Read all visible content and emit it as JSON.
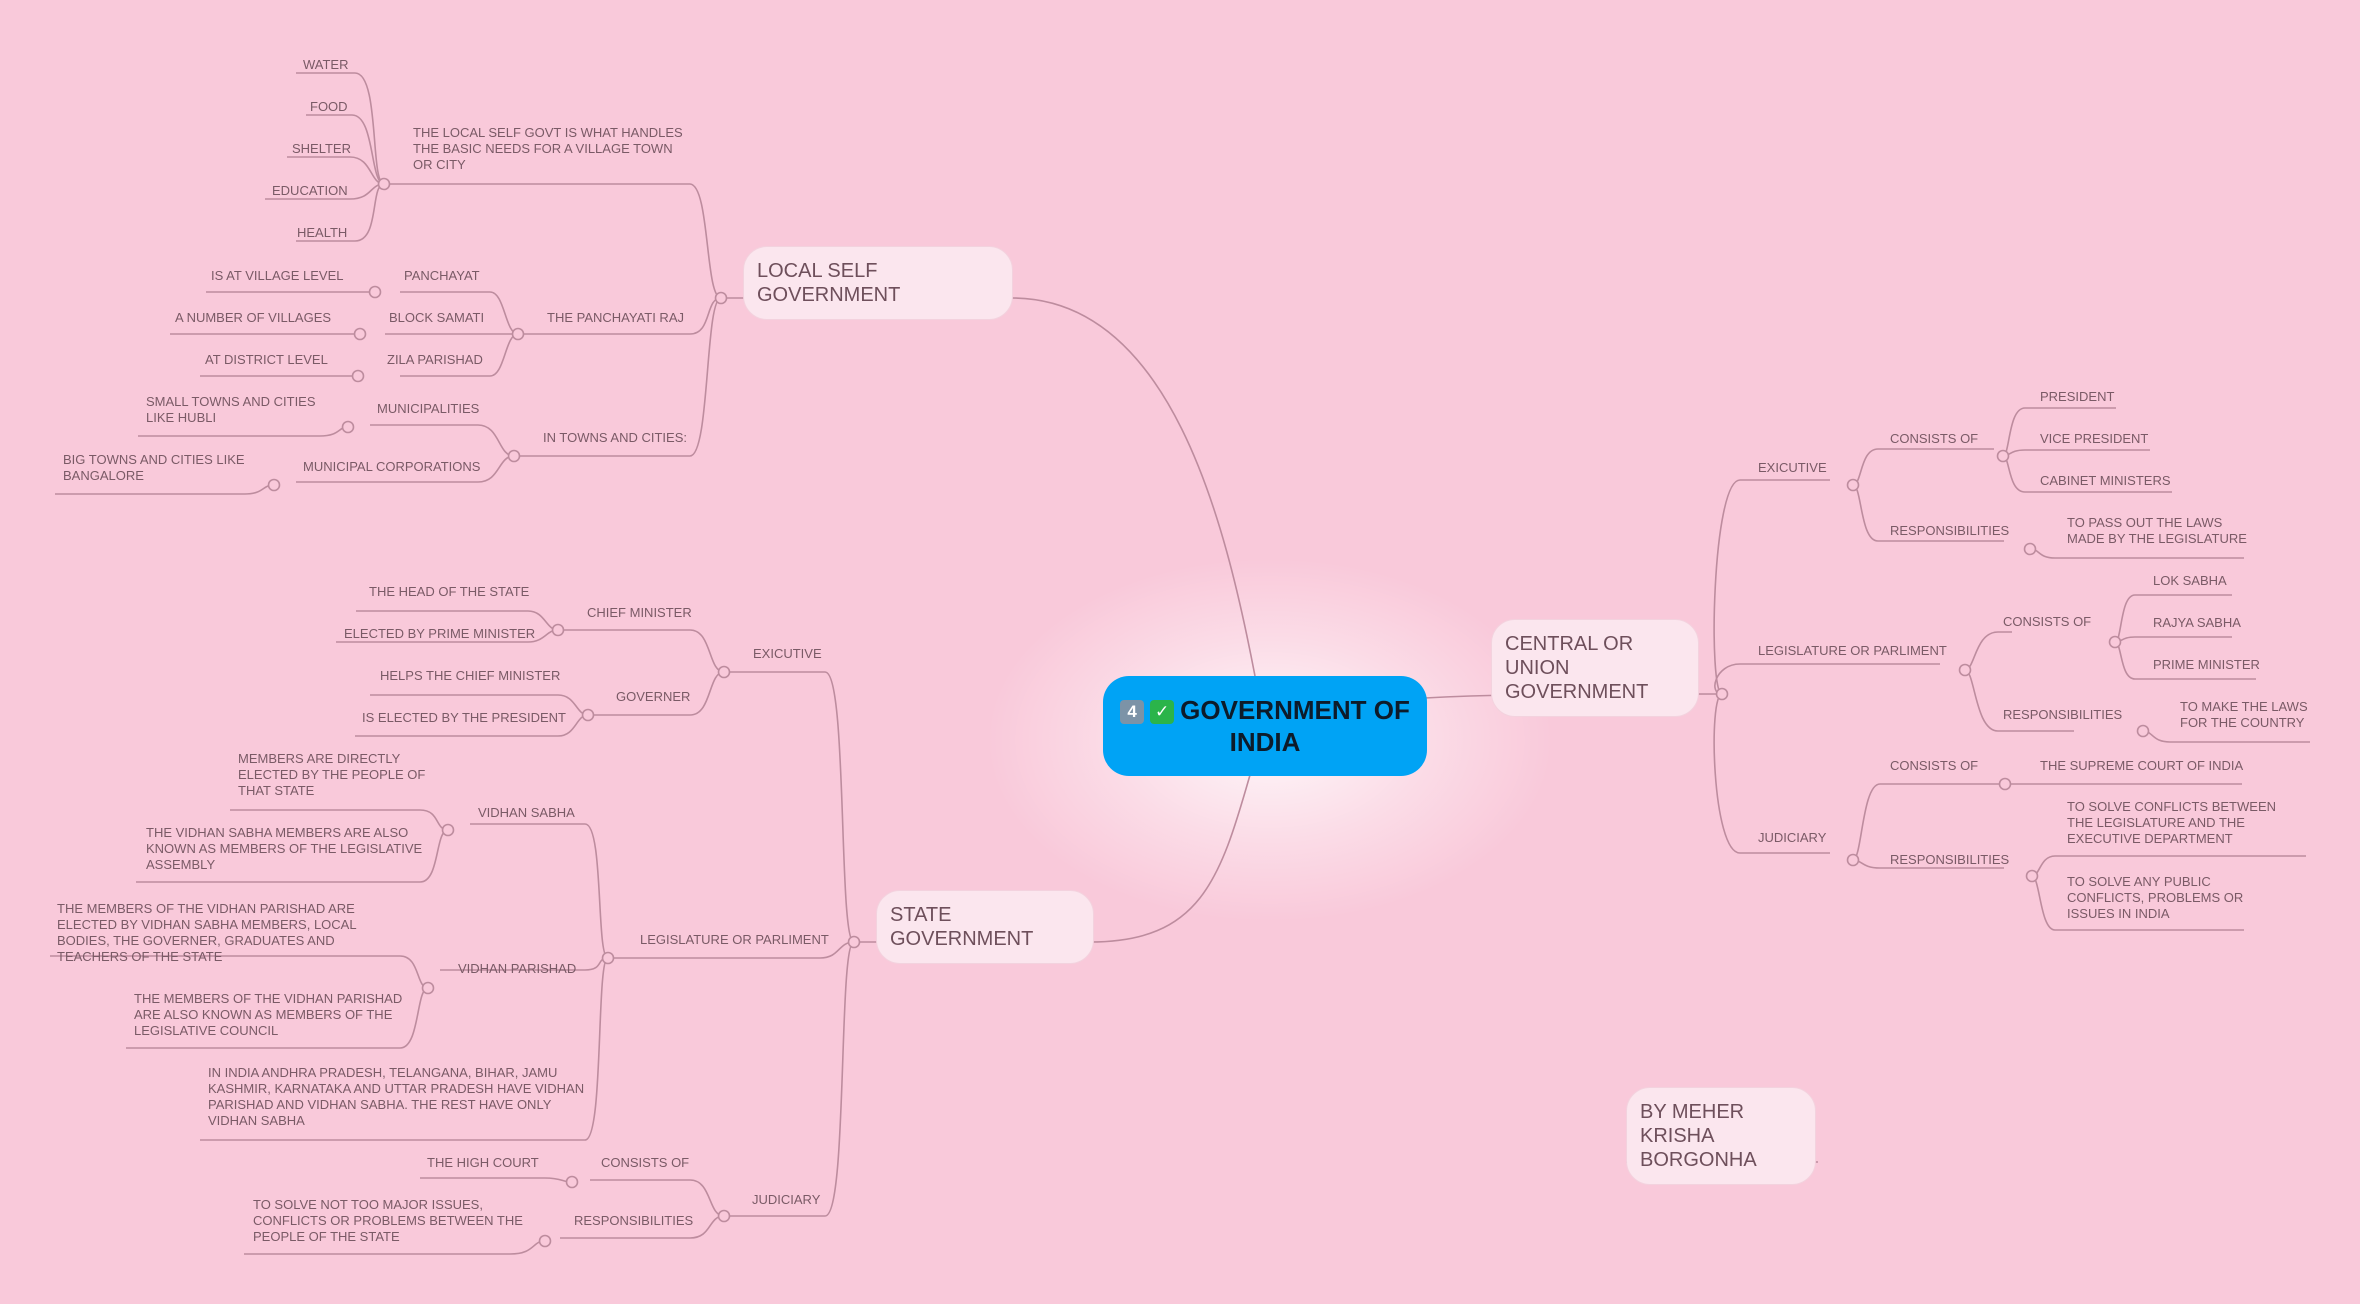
{
  "central": {
    "icon_number": "4",
    "icon_check": "✓",
    "title": "GOVERNMENT OF INDIA"
  },
  "branches": {
    "local": {
      "title": "LOCAL SELF GOVERNMENT",
      "needs": {
        "text": "THE LOCAL SELF GOVT IS WHAT HANDLES THE BASIC NEEDS FOR A VILLAGE TOWN OR CITY",
        "items": [
          "WATER",
          "FOOD",
          "SHELTER",
          "EDUCATION",
          "HEALTH"
        ]
      },
      "panchayati": {
        "text": "THE PANCHAYATI RAJ",
        "levels": [
          {
            "name": "PANCHAYAT",
            "desc": "IS AT VILLAGE LEVEL"
          },
          {
            "name": "BLOCK SAMATI",
            "desc": "A NUMBER OF VILLAGES"
          },
          {
            "name": "ZILA PARISHAD",
            "desc": "AT DISTRICT LEVEL"
          }
        ]
      },
      "towns": {
        "text": "IN TOWNS AND CITIES:",
        "bodies": [
          {
            "name": "MUNICIPALITIES",
            "desc": "SMALL TOWNS AND CITIES LIKE HUBLI"
          },
          {
            "name": "MUNICIPAL CORPORATIONS",
            "desc": "BIG TOWNS AND CITIES LIKE BANGALORE"
          }
        ]
      }
    },
    "state": {
      "title": "STATE GOVERNMENT",
      "executive": {
        "text": "EXICUTIVE",
        "cm": {
          "name": "CHIEF MINISTER",
          "items": [
            "THE HEAD OF THE STATE",
            "ELECTED BY PRIME MINISTER"
          ]
        },
        "governor": {
          "name": "GOVERNER",
          "items": [
            "HELPS THE CHIEF MINISTER",
            "IS ELECTED BY THE PRESIDENT"
          ]
        }
      },
      "legislature": {
        "text": "LEGISLATURE OR PARLIMENT",
        "sabha": {
          "name": "VIDHAN SABHA",
          "items": [
            "MEMBERS ARE DIRECTLY ELECTED BY THE PEOPLE OF THAT STATE",
            "THE VIDHAN SABHA MEMBERS ARE ALSO KNOWN AS MEMBERS OF THE LEGISLATIVE ASSEMBLY"
          ]
        },
        "parishad": {
          "name": "VIDHAN PARISHAD",
          "items": [
            "THE MEMBERS OF THE VIDHAN PARISHAD ARE ELECTED BY VIDHAN SABHA MEMBERS, LOCAL BODIES, THE GOVERNER, GRADUATES AND TEACHERS OF THE STATE",
            "THE MEMBERS OF THE VIDHAN PARISHAD ARE ALSO KNOWN AS MEMBERS OF THE LEGISLATIVE COUNCIL"
          ]
        },
        "note": "IN INDIA ANDHRA PRADESH, TELANGANA, BIHAR, JAMU KASHMIR, KARNATAKA AND UTTAR PRADESH HAVE VIDHAN PARISHAD AND VIDHAN SABHA. THE REST HAVE ONLY VIDHAN SABHA"
      },
      "judiciary": {
        "text": "JUDICIARY",
        "consists": {
          "name": "CONSISTS OF",
          "value": "THE HIGH COURT"
        },
        "resp": {
          "name": "RESPONSIBILITIES",
          "value": "TO SOLVE NOT TOO MAJOR ISSUES, CONFLICTS OR PROBLEMS BETWEEN THE PEOPLE OF THE STATE"
        }
      }
    },
    "central": {
      "title": "CENTRAL OR UNION GOVERNMENT",
      "executive": {
        "text": "EXICUTIVE",
        "consists": {
          "name": "CONSISTS OF",
          "items": [
            "PRESIDENT",
            "VICE PRESIDENT",
            "CABINET MINISTERS"
          ]
        },
        "resp": {
          "name": "RESPONSIBILITIES",
          "value": "TO PASS OUT THE LAWS MADE BY THE LEGISLATURE"
        }
      },
      "legislature": {
        "text": "LEGISLATURE OR PARLIMENT",
        "consists": {
          "name": "CONSISTS OF",
          "items": [
            "LOK SABHA",
            "RAJYA SABHA",
            "PRIME MINISTER"
          ]
        },
        "resp": {
          "name": "RESPONSIBILITIES",
          "value": "TO MAKE THE LAWS FOR THE COUNTRY"
        }
      },
      "judiciary": {
        "text": "JUDICIARY",
        "consists": {
          "name": "CONSISTS OF",
          "value": "THE SUPREME COURT OF INDIA"
        },
        "resp": {
          "name": "RESPONSIBILITIES",
          "items": [
            "TO SOLVE CONFLICTS BETWEEN THE LEGISLATURE AND THE EXECUTIVE DEPARTMENT",
            "TO SOLVE ANY PUBLIC CONFLICTS, PROBLEMS OR ISSUES IN INDIA"
          ]
        }
      }
    }
  },
  "author": "BY MEHER KRISHA BORGONHA",
  "colors": {
    "background": "#f9c9da",
    "central_fill": "#00a3f5",
    "connector": "#bd8c9e",
    "pill_fill": "#fbe6ee",
    "text": "#7a5a66"
  }
}
